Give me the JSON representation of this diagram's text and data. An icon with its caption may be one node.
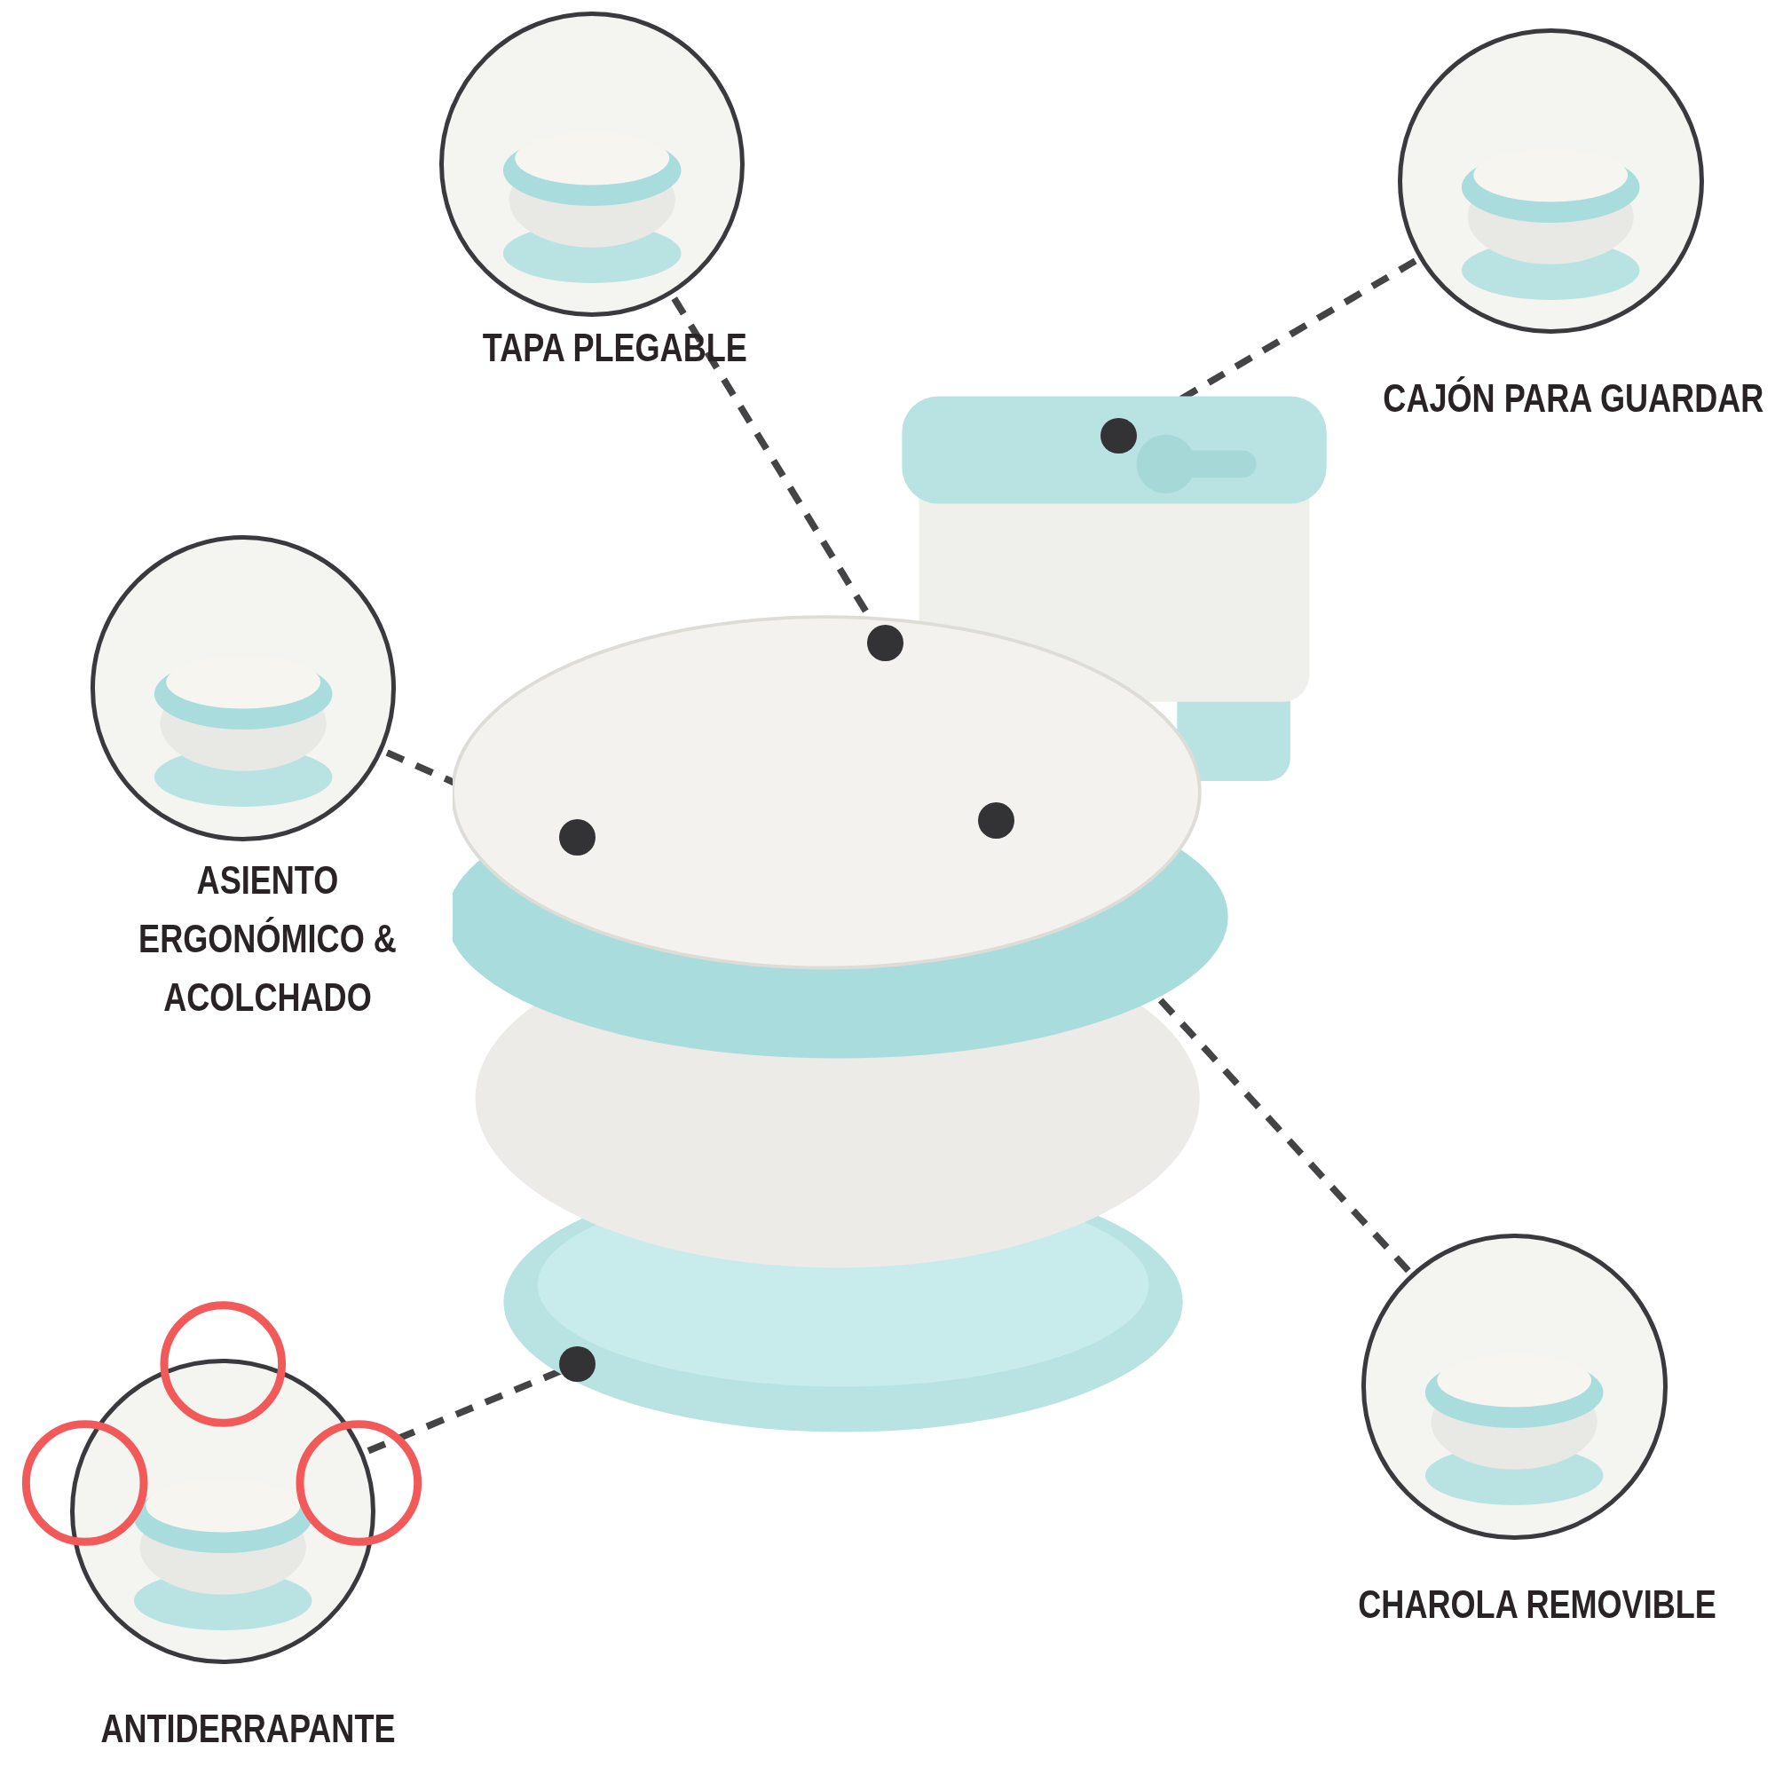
{
  "diagram": {
    "nodes": [
      {
        "text": [],
        "shape": "picture"
      },
      {
        "text": [
          "TAPA PLEGABLE"
        ]
      },
      {
        "text": [
          "CAJÓN PARA GUARDAR"
        ]
      },
      {
        "text": [
          "ASIENTO ERGONÓMICO & ACOLCHADO"
        ]
      },
      {
        "text": [
          "ANTIDERRAPANTE"
        ]
      },
      {
        "text": [
          "CHAROLA REMOVIBLE"
        ]
      },
      {
        "text": [],
        "shape": "circle",
        "in": 0
      },
      {
        "text": [],
        "shape": "circle",
        "in": 0
      },
      {
        "text": [],
        "shape": "circle",
        "in": 0
      },
      {
        "text": [],
        "shape": "circle",
        "in": 0
      },
      {
        "text": [],
        "shape": "circle",
        "in": 0
      }
    ],
    "edges": [
      {
        "from": 1,
        "to": 6,
        "arrow": "none",
        "style": "dashed"
      },
      {
        "from": 2,
        "to": 7,
        "arrow": "none",
        "style": "dashed"
      },
      {
        "from": 3,
        "to": 8,
        "arrow": "none",
        "style": "dashed"
      },
      {
        "from": 5,
        "to": 9,
        "arrow": "none",
        "style": "dashed"
      },
      {
        "from": 4,
        "to": 10,
        "arrow": "none",
        "style": "dashed"
      }
    ]
  }
}
